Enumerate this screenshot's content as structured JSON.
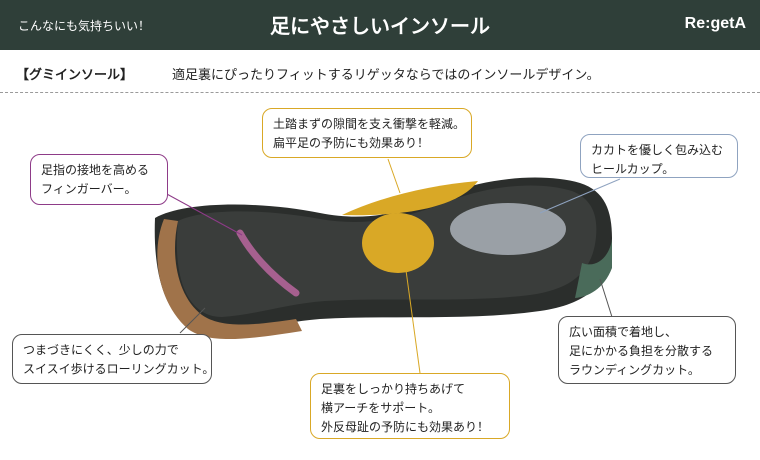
{
  "header": {
    "tagline": "こんなにも気持ちいい！",
    "title": "足にやさしいインソール",
    "brand": "Re:getA"
  },
  "subheader": {
    "label": "【グミインソール】",
    "description": "適足裏にぴったりフィットするリゲッタならではのインソールデザイン。"
  },
  "callouts": {
    "toe_grip": {
      "lines": [
        "足指の接地を高める",
        "フィンガーバー。"
      ],
      "color": "#8e3b88"
    },
    "mid_foot": {
      "lines": [
        "土踏まずの隙間を支え衝撃を軽減。",
        "扁平足の予防にも効果あり！"
      ],
      "color": "#d9a826"
    },
    "heel_cup": {
      "lines": [
        "カカトを優しく包み込む",
        "ヒールカップ。"
      ],
      "color": "#8fa3c0"
    },
    "toe_rolling": {
      "lines": [
        "つまづきにくく、少しの力で",
        "スイスイ歩けるローリングカット。"
      ],
      "color": "#555555"
    },
    "arch_support": {
      "lines": [
        "足裏をしっかり持ちあげて",
        "横アーチをサポート。",
        "外反母趾の予防にも効果あり！"
      ],
      "color": "#d9a826"
    },
    "rounding_cut": {
      "lines": [
        "広い面積で着地し、",
        "足にかかる負担を分散する",
        "ラウンディングカット。"
      ],
      "color": "#555555"
    }
  },
  "colors": {
    "header_bg": "#2f3f39",
    "sole_dark": "#2b2e2c",
    "toe_tan": "#a0734a",
    "arch_yellow": "#d9a826",
    "heel_gray": "#9aa0a6",
    "heel_green": "#4a6b5a",
    "finger_bar": "#a6608f"
  }
}
